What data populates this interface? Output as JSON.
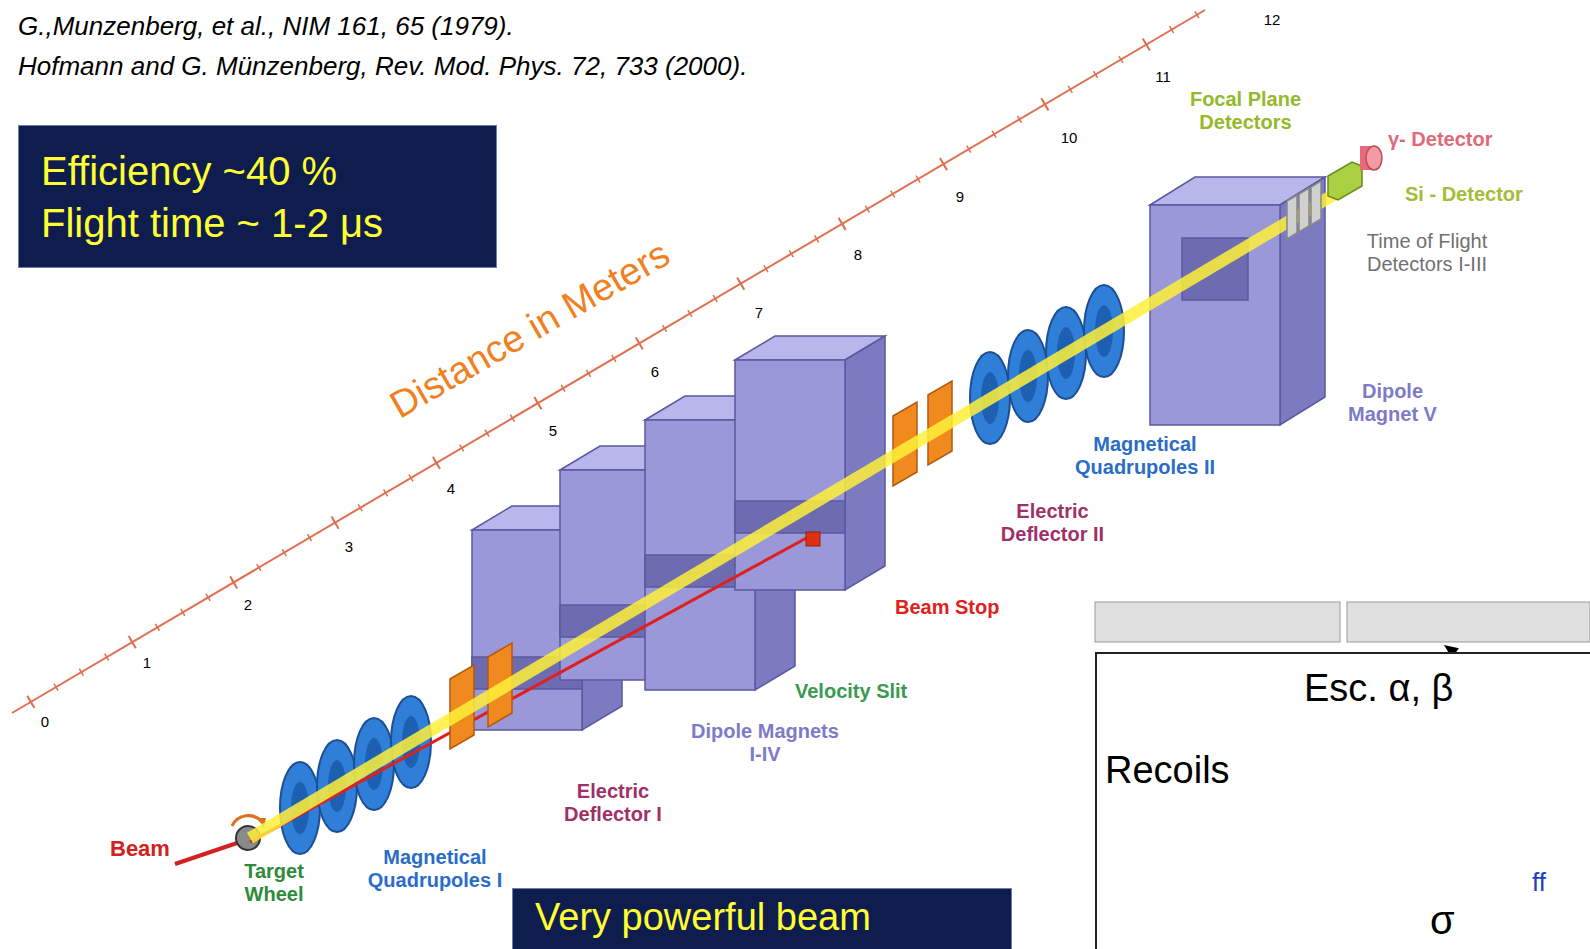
{
  "diagram": {
    "nodes": [
      {
        "text": [
          "Efficiency ~40 %",
          "Flight time ~ 1-2 μs"
        ]
      },
      {
        "text": [
          "Very powerful beam"
        ]
      },
      {
        "text": [
          "Esc. α, β",
          "Recoils",
          "ff",
          "σ"
        ]
      }
    ],
    "labels": [
      "G.,Munzenberg, et al., NIM 161, 65 (1979).",
      "Hofmann and G. Münzenberg, Rev. Mod. Phys. 72, 733 (2000).",
      "Distance in Meters",
      "0",
      "1",
      "2",
      "3",
      "4",
      "5",
      "6",
      "7",
      "8",
      "9",
      "10",
      "11",
      "12",
      "Beam",
      "Target Wheel",
      "Magnetical Quadrupoles I",
      "Electric Deflector I",
      "Dipole Magnets I-IV",
      "Velocity Slit",
      "Beam Stop",
      "Electric Deflector II",
      "Magnetical Quadrupoles II",
      "Dipole Magnet V",
      "Time of Flight Detectors I-III",
      "Focal Plane Detectors",
      "γ- Detector",
      "Si - Detector"
    ]
  }
}
